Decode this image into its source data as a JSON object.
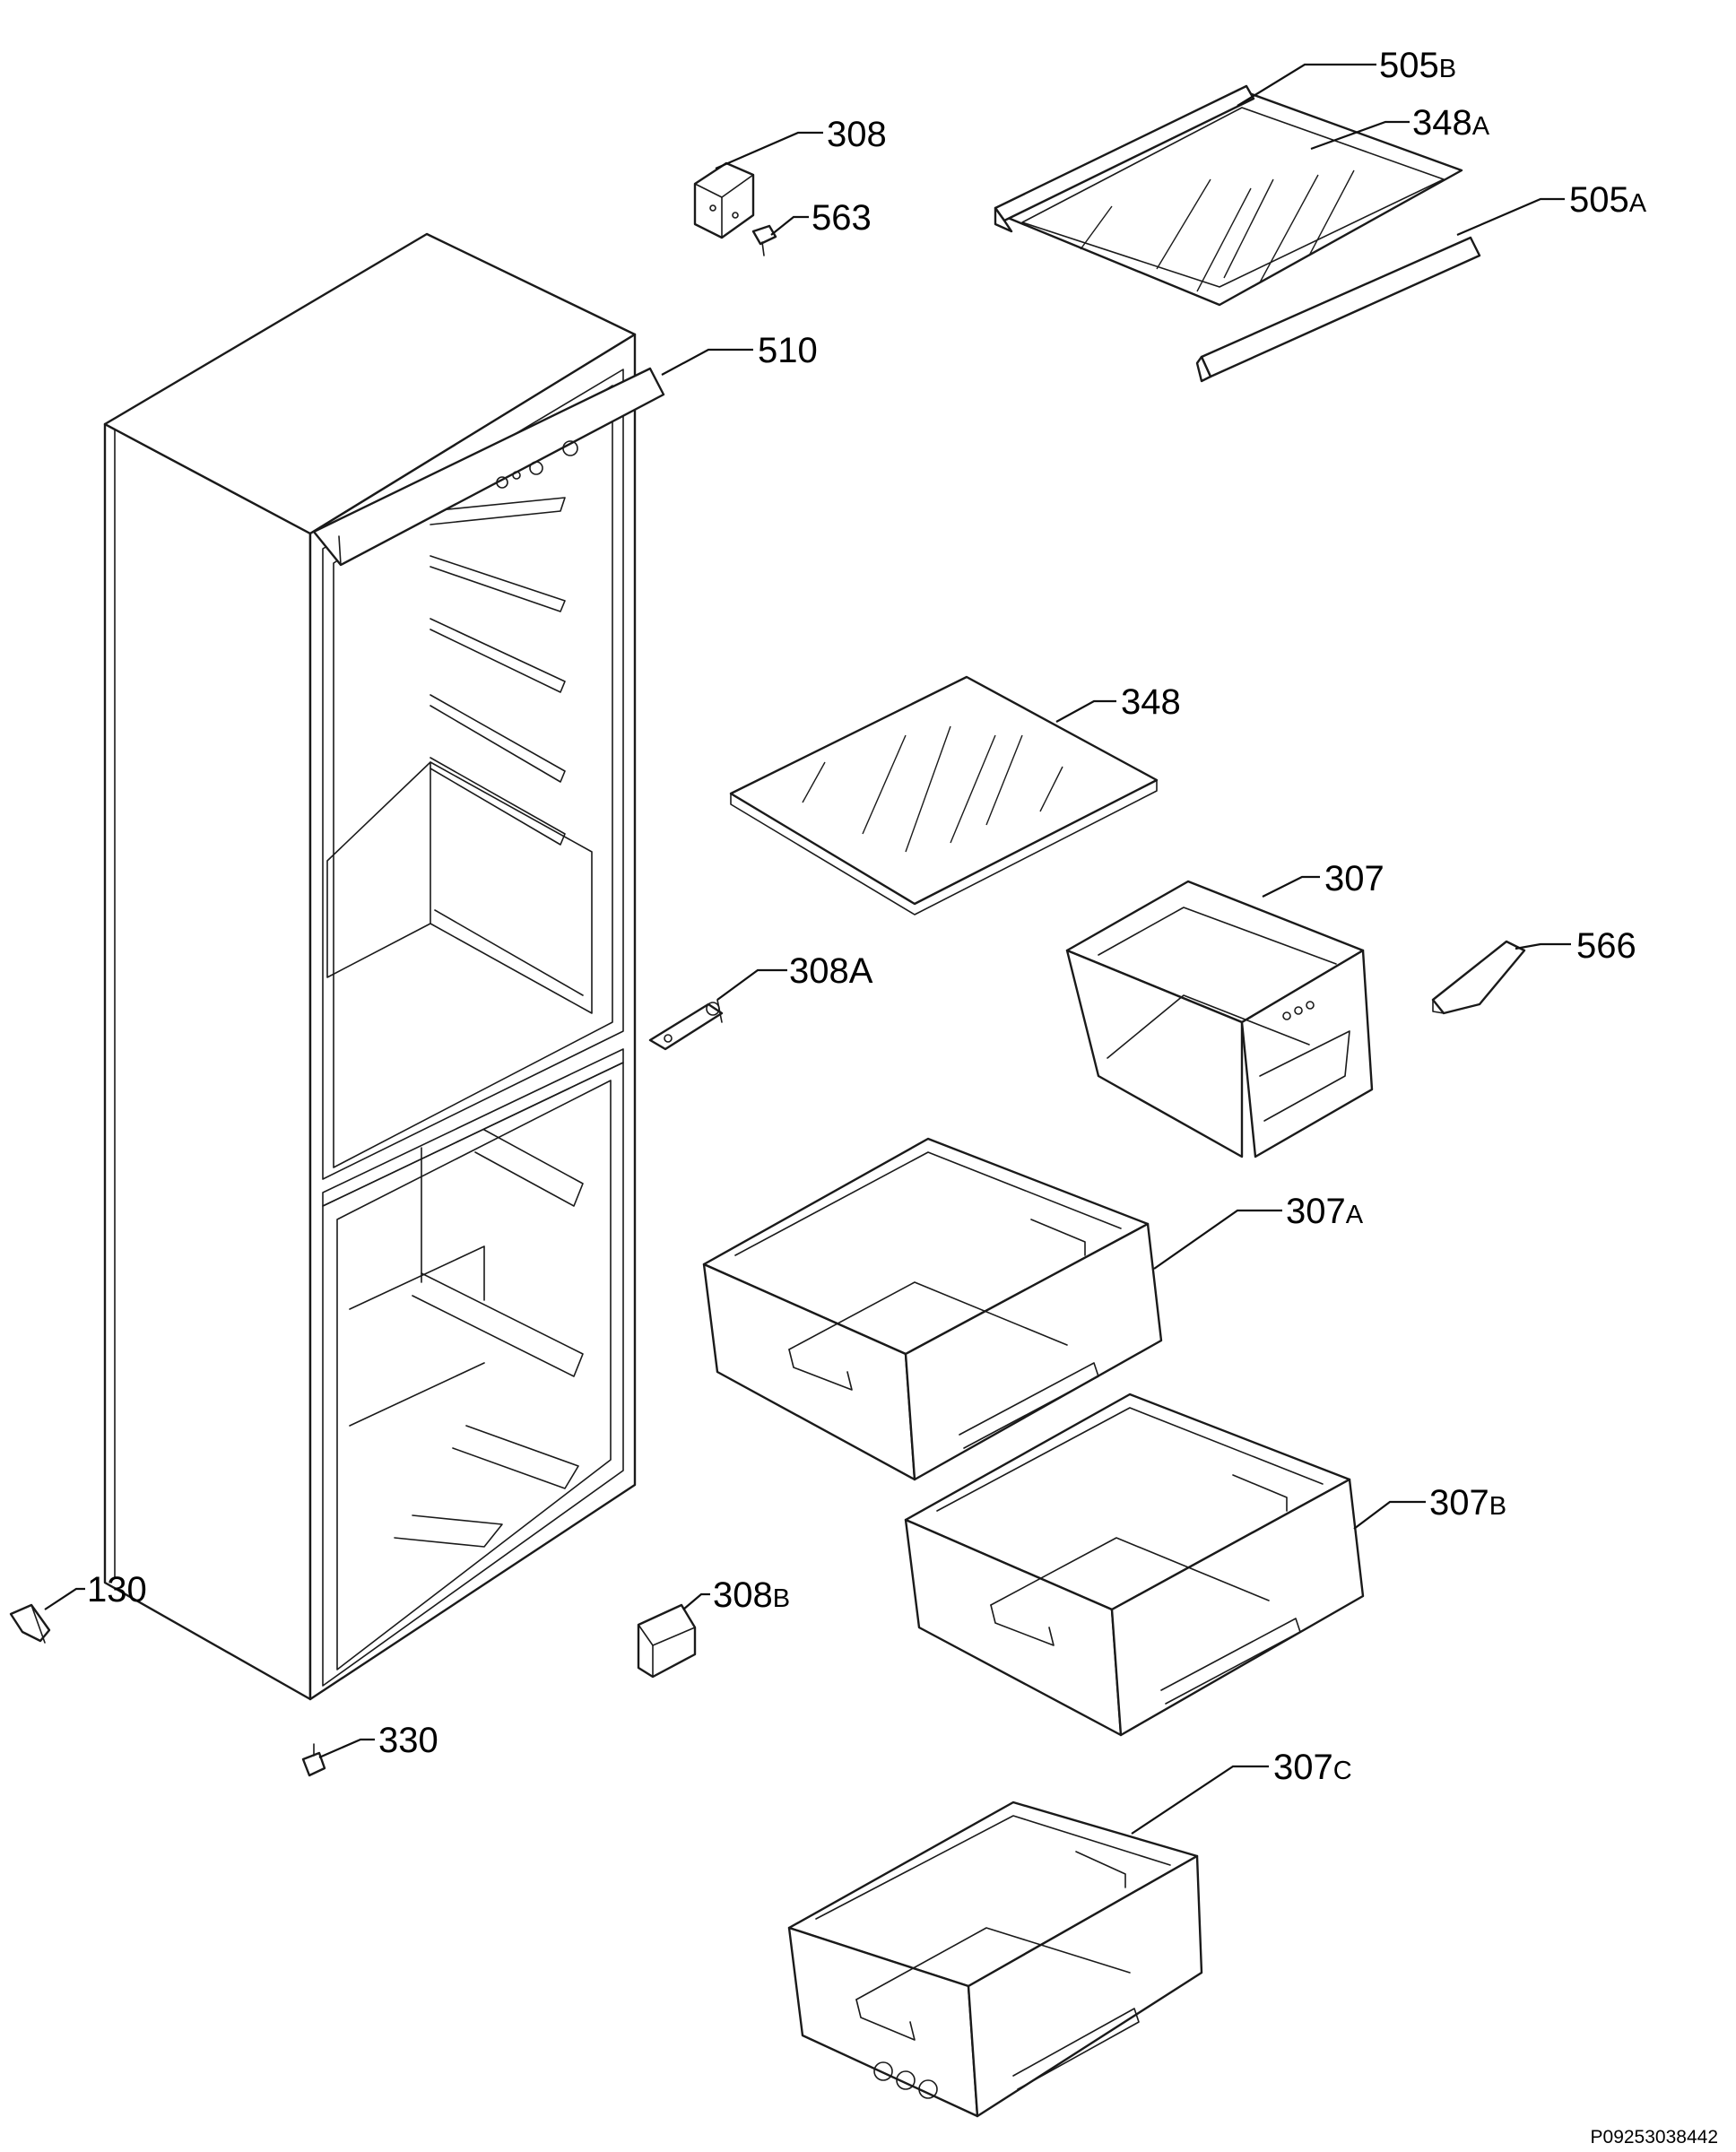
{
  "parts": [
    {
      "id": "p505b",
      "main": "505",
      "suffix": "B"
    },
    {
      "id": "p348a",
      "main": "348",
      "suffix": "A"
    },
    {
      "id": "p505a",
      "main": "505",
      "suffix": "A"
    },
    {
      "id": "p308",
      "main": "308",
      "suffix": ""
    },
    {
      "id": "p563",
      "main": "563",
      "suffix": ""
    },
    {
      "id": "p510",
      "main": "510",
      "suffix": ""
    },
    {
      "id": "p348",
      "main": "348",
      "suffix": ""
    },
    {
      "id": "p307",
      "main": "307",
      "suffix": ""
    },
    {
      "id": "p566",
      "main": "566",
      "suffix": ""
    },
    {
      "id": "p308a",
      "main": "308",
      "suffix": "A"
    },
    {
      "id": "p307a",
      "main": "307",
      "suffix": "A"
    },
    {
      "id": "p307b",
      "main": "307",
      "suffix": "B"
    },
    {
      "id": "p130",
      "main": "130",
      "suffix": ""
    },
    {
      "id": "p308b",
      "main": "308",
      "suffix": "B"
    },
    {
      "id": "p330",
      "main": "330",
      "suffix": ""
    },
    {
      "id": "p307c",
      "main": "307",
      "suffix": "C"
    }
  ],
  "drawing_ref": "P09253038442"
}
